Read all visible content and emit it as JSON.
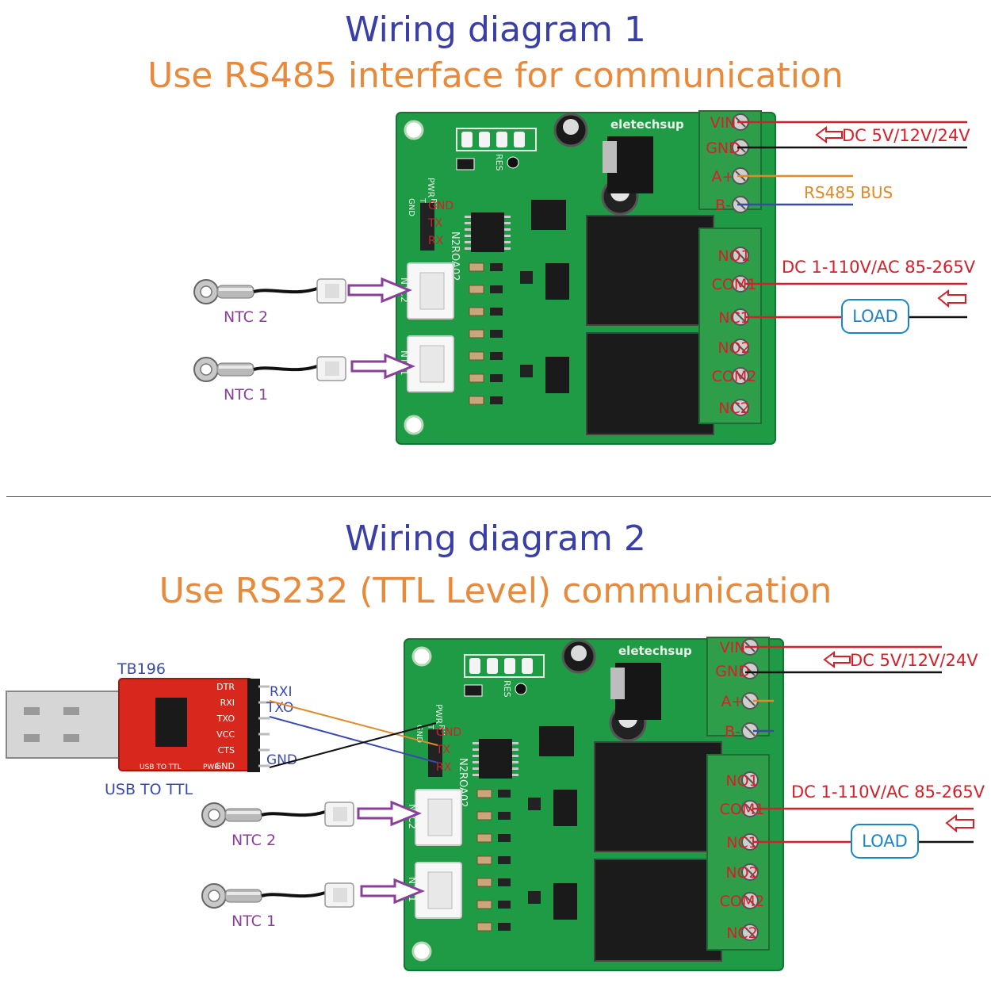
{
  "colors": {
    "title_blue": "#3a3fa8",
    "title_orange": "#e88a3c",
    "red_wire": "#d4202a",
    "black_wire": "#111111",
    "orange_wire": "#e08a2a",
    "blue_wire": "#3a4aa8",
    "pcb_green": "#1f9a45",
    "terminal_green": "#2e9e4a",
    "ntc_purple": "#8a3f9a",
    "load_blue": "#1a86c8",
    "usb_red": "#d8281e"
  },
  "diagram1": {
    "title": "Wiring diagram 1",
    "subtitle": "Use RS485 interface for communication",
    "board_brand": "eletechsup",
    "board_model": "N2ROA02",
    "board_labels": {
      "pwr": "PWR",
      "res": "RES",
      "gnd": "GND",
      "tx": "TX",
      "rx": "RX",
      "ntc2": "NTC2",
      "ntc1": "NTC1"
    },
    "pin_labels": {
      "gnd": "GND",
      "tx": "TX",
      "rx": "RX"
    },
    "terminals_power": [
      "VIN",
      "GND",
      "A+",
      "B-"
    ],
    "terminals_relay": [
      "NO1",
      "COM1",
      "NC1",
      "NO2",
      "COM2",
      "NC2"
    ],
    "power_label": "DC 5V/12V/24V",
    "bus_label": "RS485  BUS",
    "relay_supply_label": "DC 1-110V/AC 85-265V",
    "load_label": "LOAD",
    "ntc_labels": [
      "NTC 2",
      "NTC 1"
    ]
  },
  "diagram2": {
    "title": "Wiring diagram 2",
    "subtitle": "Use RS232 (TTL Level) communication",
    "board_brand": "eletechsup",
    "board_model": "N2ROA02",
    "board_labels": {
      "pwr": "PWR",
      "res": "RES",
      "gnd": "GND",
      "tx": "TX",
      "rx": "RX",
      "ntc2": "NTC2",
      "ntc1": "NTC1"
    },
    "pin_labels": {
      "gnd": "GND",
      "tx": "TX",
      "rx": "RX"
    },
    "terminals_power": [
      "VIN",
      "GND",
      "A+",
      "B-"
    ],
    "terminals_relay": [
      "NO1",
      "COM1",
      "NC1",
      "NO2",
      "COM2",
      "NC2"
    ],
    "power_label": "DC 5V/12V/24V",
    "relay_supply_label": "DC 1-110V/AC 85-265V",
    "load_label": "LOAD",
    "ntc_labels": [
      "NTC 2",
      "NTC 1"
    ],
    "usb_module": {
      "name": "TB196",
      "caption": "USB TO TTL",
      "silk_pins": [
        "DTR",
        "RXI",
        "TXO",
        "VCC",
        "CTS",
        "GND"
      ],
      "silk_bottom": "USB TO TTL",
      "silk_pwr": "PWR",
      "wire_labels": [
        "RXI",
        "TXO",
        "GND"
      ]
    }
  }
}
